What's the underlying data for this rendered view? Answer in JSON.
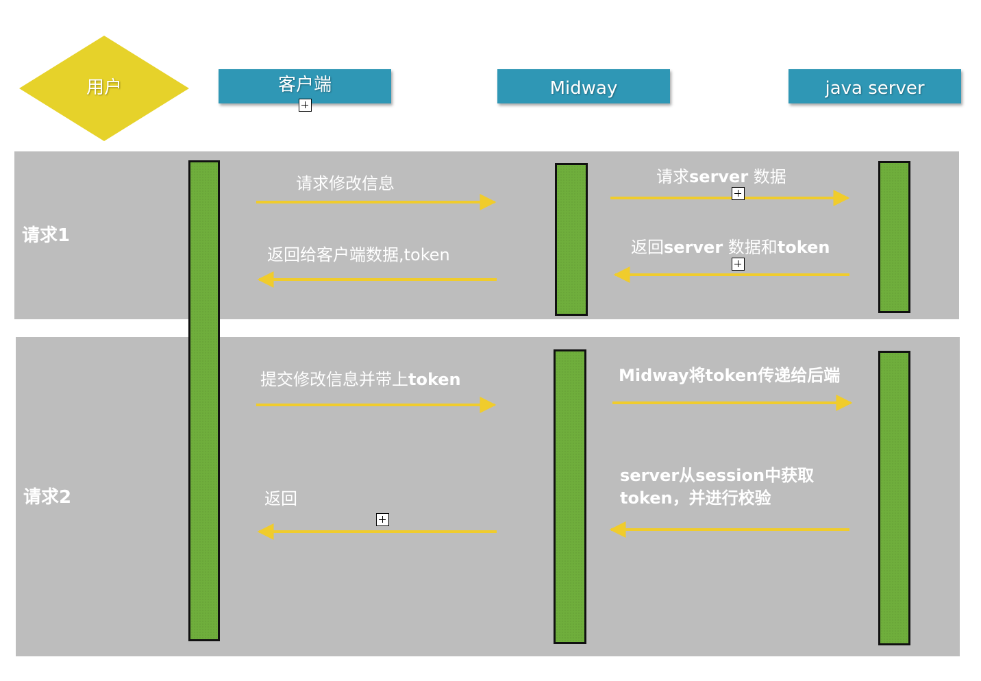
{
  "actor": {
    "label": "用户",
    "color": "#e6d22a"
  },
  "participants": {
    "client": "客户端",
    "midway": "Midway",
    "java": "java server",
    "color": "#2f97b5"
  },
  "lanes": {
    "request1": "请求1",
    "request2": "请求2",
    "color": "#bdbdbd"
  },
  "lifeline_color": "#6fae3c",
  "arrow_color": "#f0cc2c",
  "messages": {
    "m1": "请求修改信息",
    "m2": "返回给客户端数据,token",
    "m3_a": "请求",
    "m3_b": "server",
    "m3_c": " 数据",
    "m4_a": "返回",
    "m4_b": "server",
    "m4_c": " 数据和",
    "m4_d": "token",
    "m5_a": "提交修改信息并带上",
    "m5_b": "token",
    "m6": "Midway将token传递给后端",
    "m7": "server从session中获取\ntoken，并进行校验",
    "m8": "返回"
  },
  "icons": {
    "expand": "plus-square-icon"
  }
}
